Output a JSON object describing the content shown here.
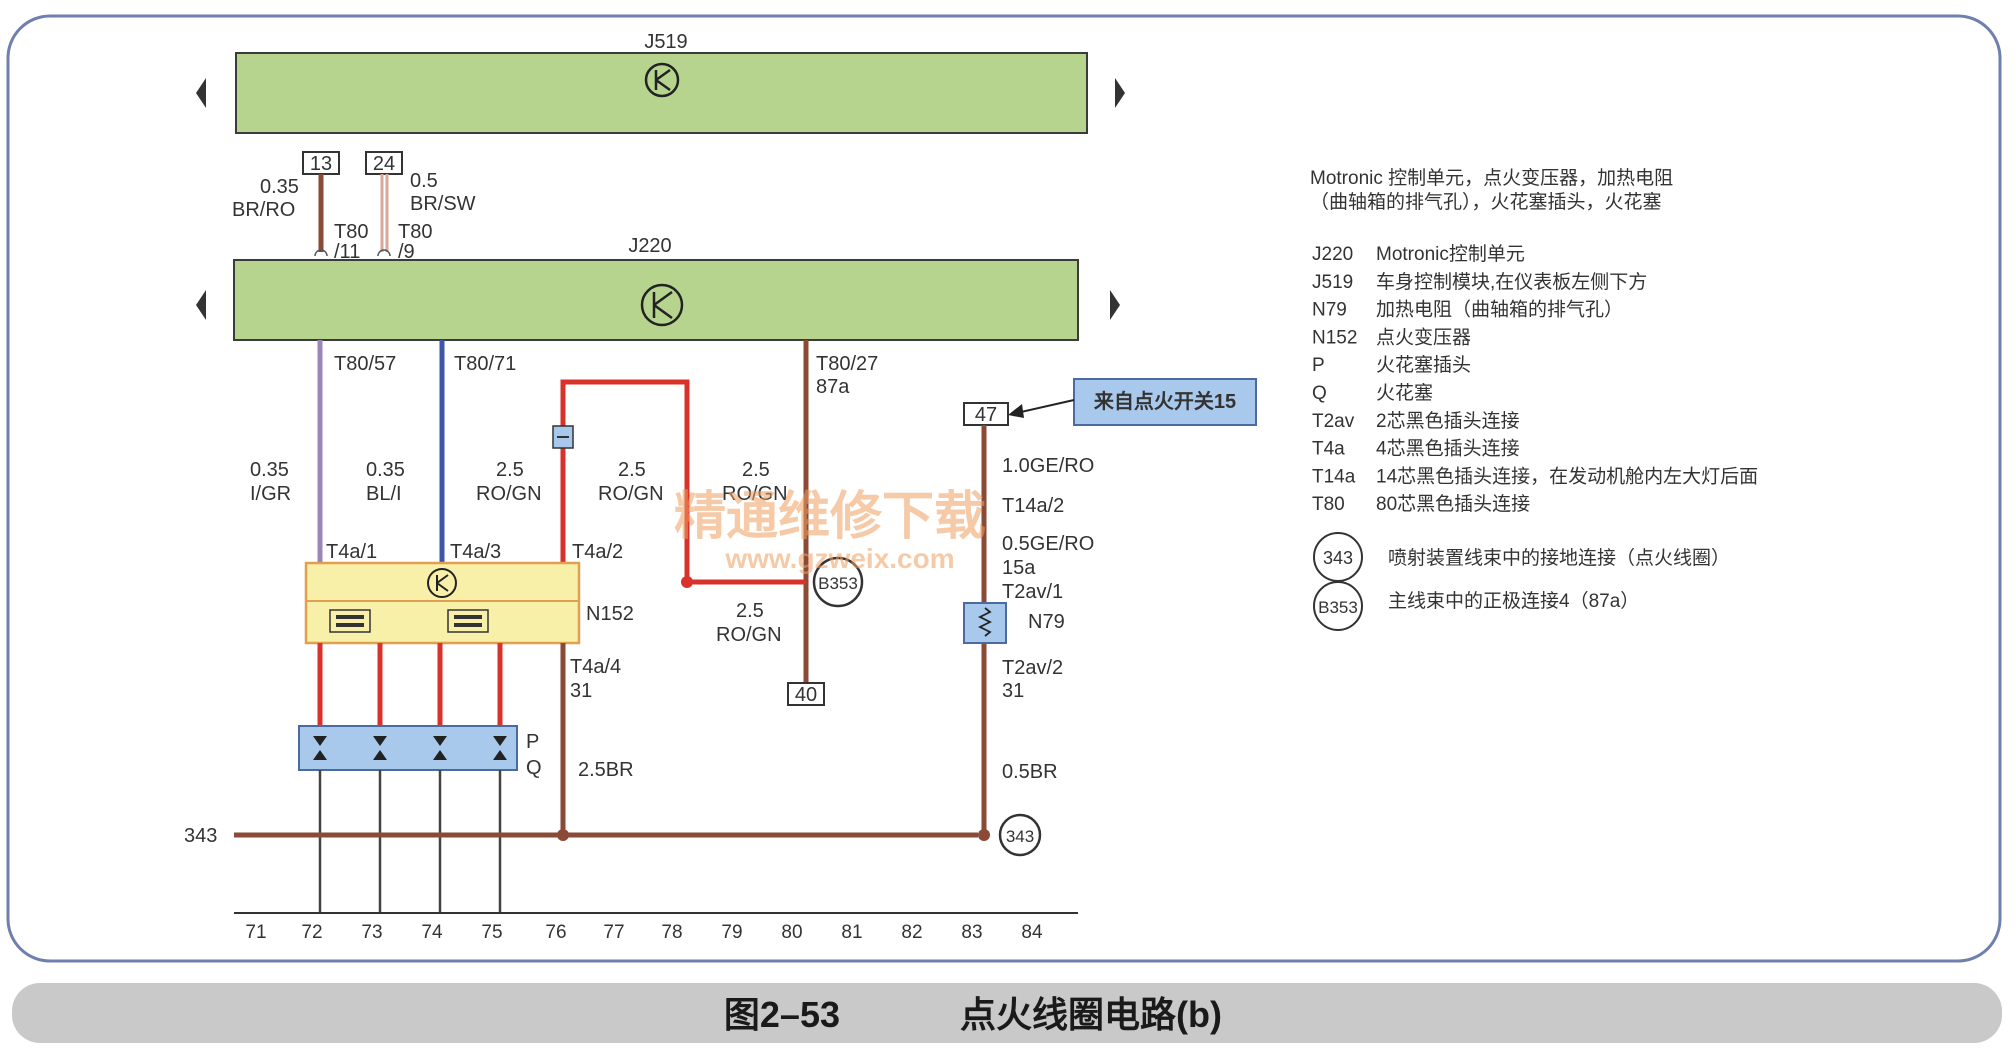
{
  "components": {
    "j519": {
      "label": "J519"
    },
    "j220": {
      "label": "J220"
    },
    "n152": {
      "label": "N152"
    },
    "n79": {
      "label": "N79"
    },
    "pq": {
      "p": "P",
      "q": "Q"
    }
  },
  "pins": {
    "p13": "13",
    "p24": "24",
    "p47": "47",
    "p40": "40"
  },
  "wires": {
    "w1_size": "0.35",
    "w1_color": "BR/RO",
    "w1_pin": "T80",
    "w1_pin2": "/11",
    "w2_size": "0.5",
    "w2_color": "BR/SW",
    "w2_pin": "T80",
    "w2_pin2": "/9",
    "t80_57": "T80/57",
    "t80_71": "T80/71",
    "t80_27": "T80/27",
    "t80_27b": "87a",
    "a_size": "0.35",
    "a_color": "I/GR",
    "b_size": "0.35",
    "b_color": "BL/I",
    "c_size": "2.5",
    "c_color": "RO/GN",
    "d_size": "2.5",
    "d_color": "RO/GN",
    "e_size": "2.5",
    "e_color": "RO/GN",
    "f_size": "2.5",
    "f_color": "RO/GN",
    "t4a1": "T4a/1",
    "t4a3": "T4a/3",
    "t4a2": "T4a/2",
    "t4a4": "T4a/4",
    "t4a4b": "31",
    "gnd1": "2.5BR",
    "n79_top": "1.0GE/RO",
    "t14a2": "T14a/2",
    "n79_mid": "0.5GE/RO",
    "n79_mid2": "15a",
    "t2av1": "T2av/1",
    "t2av2": "T2av/2",
    "t2av2b": "31",
    "gnd2": "0.5BR",
    "line343": "343"
  },
  "connectors": {
    "b353": "B353",
    "c343": "343"
  },
  "callout": "来自点火开关15",
  "legend": {
    "title1": "Motronic 控制单元，点火变压器，加热电阻",
    "title2": "（曲轴箱的排气孔），火花塞插头，火花塞",
    "items": [
      {
        "code": "J220",
        "desc": "Motronic控制单元"
      },
      {
        "code": "J519",
        "desc": "车身控制模块,在仪表板左侧下方"
      },
      {
        "code": "N79",
        "desc": "加热电阻（曲轴箱的排气孔）"
      },
      {
        "code": "N152",
        "desc": "点火变压器"
      },
      {
        "code": "P",
        "desc": "火花塞插头"
      },
      {
        "code": "Q",
        "desc": "火花塞"
      },
      {
        "code": "T2av",
        "desc": "2芯黑色插头连接"
      },
      {
        "code": "T4a",
        "desc": "4芯黑色插头连接"
      },
      {
        "code": "T14a",
        "desc": "14芯黑色插头连接，在发动机舱内左大灯后面"
      },
      {
        "code": "T80",
        "desc": "80芯黑色插头连接"
      }
    ],
    "c343": {
      "code": "343",
      "desc": "喷射装置线束中的接地连接（点火线圈）"
    },
    "b353": {
      "code": "B353",
      "desc": "主线束中的正极连接4（87a）"
    }
  },
  "watermark": {
    "line1": "精通维修下载",
    "line2": "www.gzweix.com"
  },
  "bottom_numbers": [
    "71",
    "72",
    "73",
    "74",
    "75",
    "76",
    "77",
    "78",
    "79",
    "80",
    "81",
    "82",
    "83",
    "84"
  ],
  "caption": {
    "num": "图2–53",
    "text": "点火线圈电路(b)"
  },
  "colors": {
    "module": "#b7d48f",
    "red": "#d9322b",
    "brown": "#8a4a36",
    "violet": "#9a84b8",
    "blue": "#3e55a8",
    "yellow": "#f8f0a8",
    "lightblue": "#a8c8ec"
  }
}
